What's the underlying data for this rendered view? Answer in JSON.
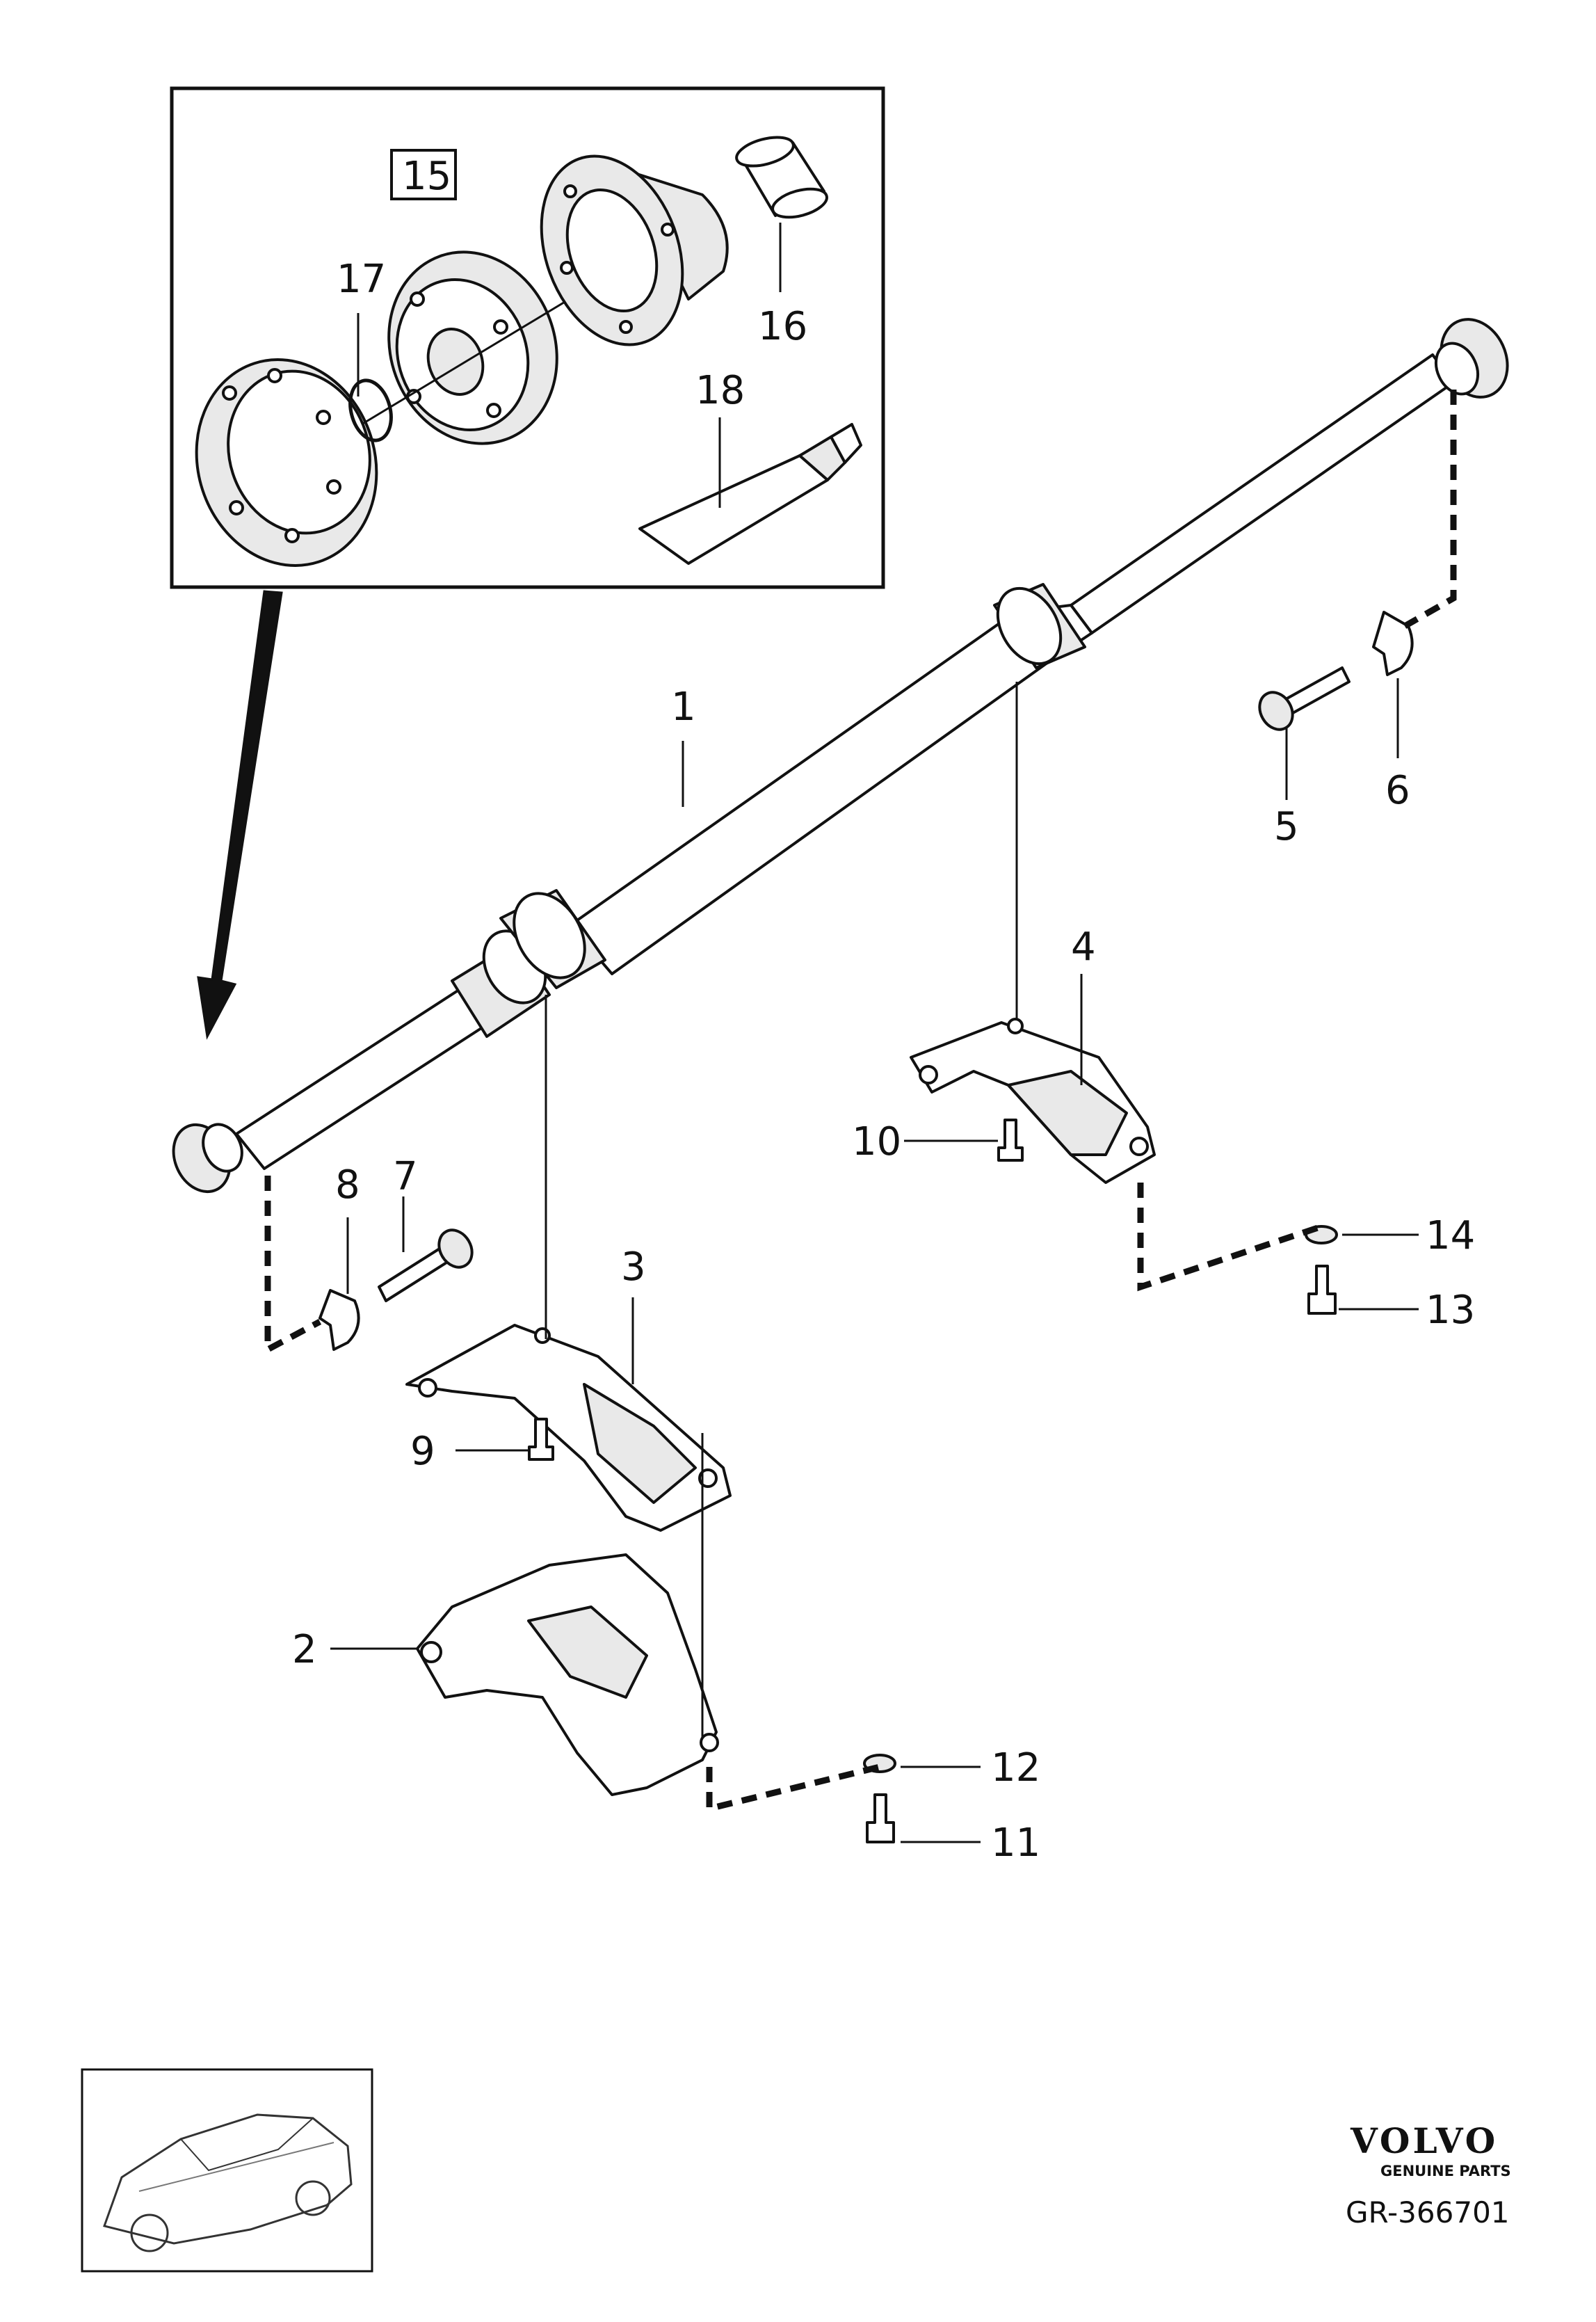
{
  "diagram": {
    "inset_kit_label": "15",
    "callouts": {
      "c1": "1",
      "c2": "2",
      "c3": "3",
      "c4": "4",
      "c5": "5",
      "c6": "6",
      "c7": "7",
      "c8": "8",
      "c9": "9",
      "c10": "10",
      "c11": "11",
      "c12": "12",
      "c13": "13",
      "c14": "14",
      "c16": "16",
      "c17": "17",
      "c18": "18"
    }
  },
  "brand": {
    "name": "VOLVO",
    "tagline": "GENUINE PARTS",
    "reference": "GR-366701"
  }
}
